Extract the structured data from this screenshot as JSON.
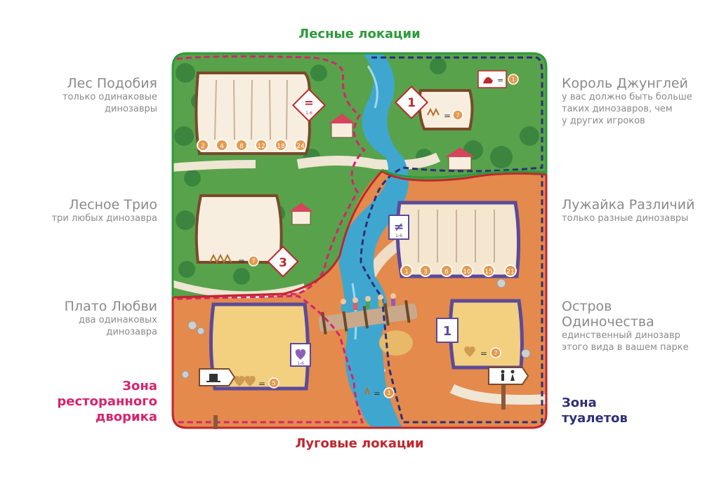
{
  "headers": {
    "forest": "Лесные локации",
    "meadow": "Луговые локации"
  },
  "left": [
    {
      "title": "Лес Подобия",
      "sub": [
        "только одинаковые",
        "динозавры"
      ]
    },
    {
      "title": "Лесное Трио",
      "sub": [
        "три любых динозавра"
      ]
    },
    {
      "title": "Плато Любви",
      "sub": [
        "два одинаковых",
        "динозавра"
      ]
    }
  ],
  "right": [
    {
      "title": "Король Джунглей",
      "sub": [
        "у вас должно быть больше",
        "таких динозавров, чем",
        "у других игроков"
      ]
    },
    {
      "title": "Лужайка Различий",
      "sub": [
        "только разные динозавры"
      ]
    },
    {
      "title": "Остров",
      "title2": "Одиночества",
      "sub": [
        "единственный динозавр",
        "этого вида в вашем парке"
      ]
    }
  ],
  "zones": {
    "restaurant": [
      "Зона",
      "ресторанного",
      "дворика"
    ],
    "toilets": [
      "Зона",
      "туалетов"
    ]
  },
  "board": {
    "forest_scores": [
      "2",
      "4",
      "8",
      "12",
      "18",
      "24"
    ],
    "diff_scores": [
      "1",
      "3",
      "6",
      "10",
      "15",
      "21"
    ],
    "tile_equal": "=",
    "tile_equal_sub": "1-6",
    "tile_notequal": "≠",
    "tile_notequal_sub": "1-6",
    "king_num": "1",
    "trio_num": "3",
    "island_num": "1",
    "love_sub": "1-6",
    "eq": "=",
    "v_king": "7",
    "v_king_top": "1",
    "v_trio": "7",
    "v_love": "5",
    "v_island": "7",
    "v_river": "1"
  },
  "colors": {
    "forest": "#2e9a3a",
    "meadow": "#c0262d",
    "restaurant": "#d6246e",
    "toilets": "#2f2f78"
  }
}
